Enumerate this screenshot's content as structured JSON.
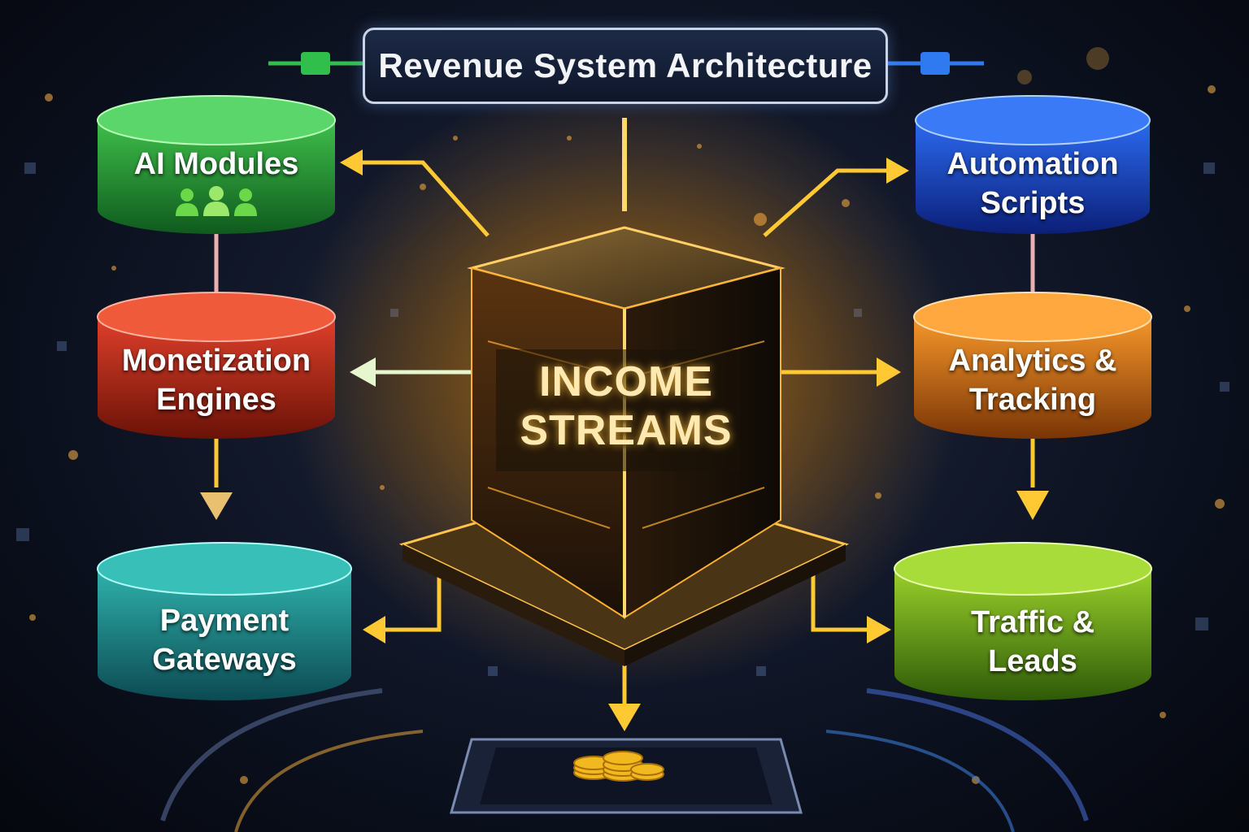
{
  "title": "Revenue System Architecture",
  "center": {
    "line1": "INCOME",
    "line2": "STREAMS"
  },
  "nodes": {
    "ai_modules": {
      "line1": "AI Modules",
      "color": "#2c9a3c",
      "icon": "people-group-icon"
    },
    "monetization": {
      "line1": "Monetization",
      "line2": "Engines",
      "color": "#c8301e"
    },
    "payment": {
      "line1": "Payment",
      "line2": "Gateways",
      "color": "#1f8a86"
    },
    "automation": {
      "line1": "Automation",
      "line2": "Scripts",
      "color": "#1f4fd6"
    },
    "analytics": {
      "line1": "Analytics &",
      "line2": "Tracking",
      "color": "#e07a12"
    },
    "traffic": {
      "line1": "Traffic &",
      "line2": "Leads",
      "color": "#6aa61c"
    }
  },
  "colors": {
    "accent": "#ffc933",
    "glow": "#ffb020"
  },
  "icons": {
    "output": "gold-coins-icon"
  }
}
